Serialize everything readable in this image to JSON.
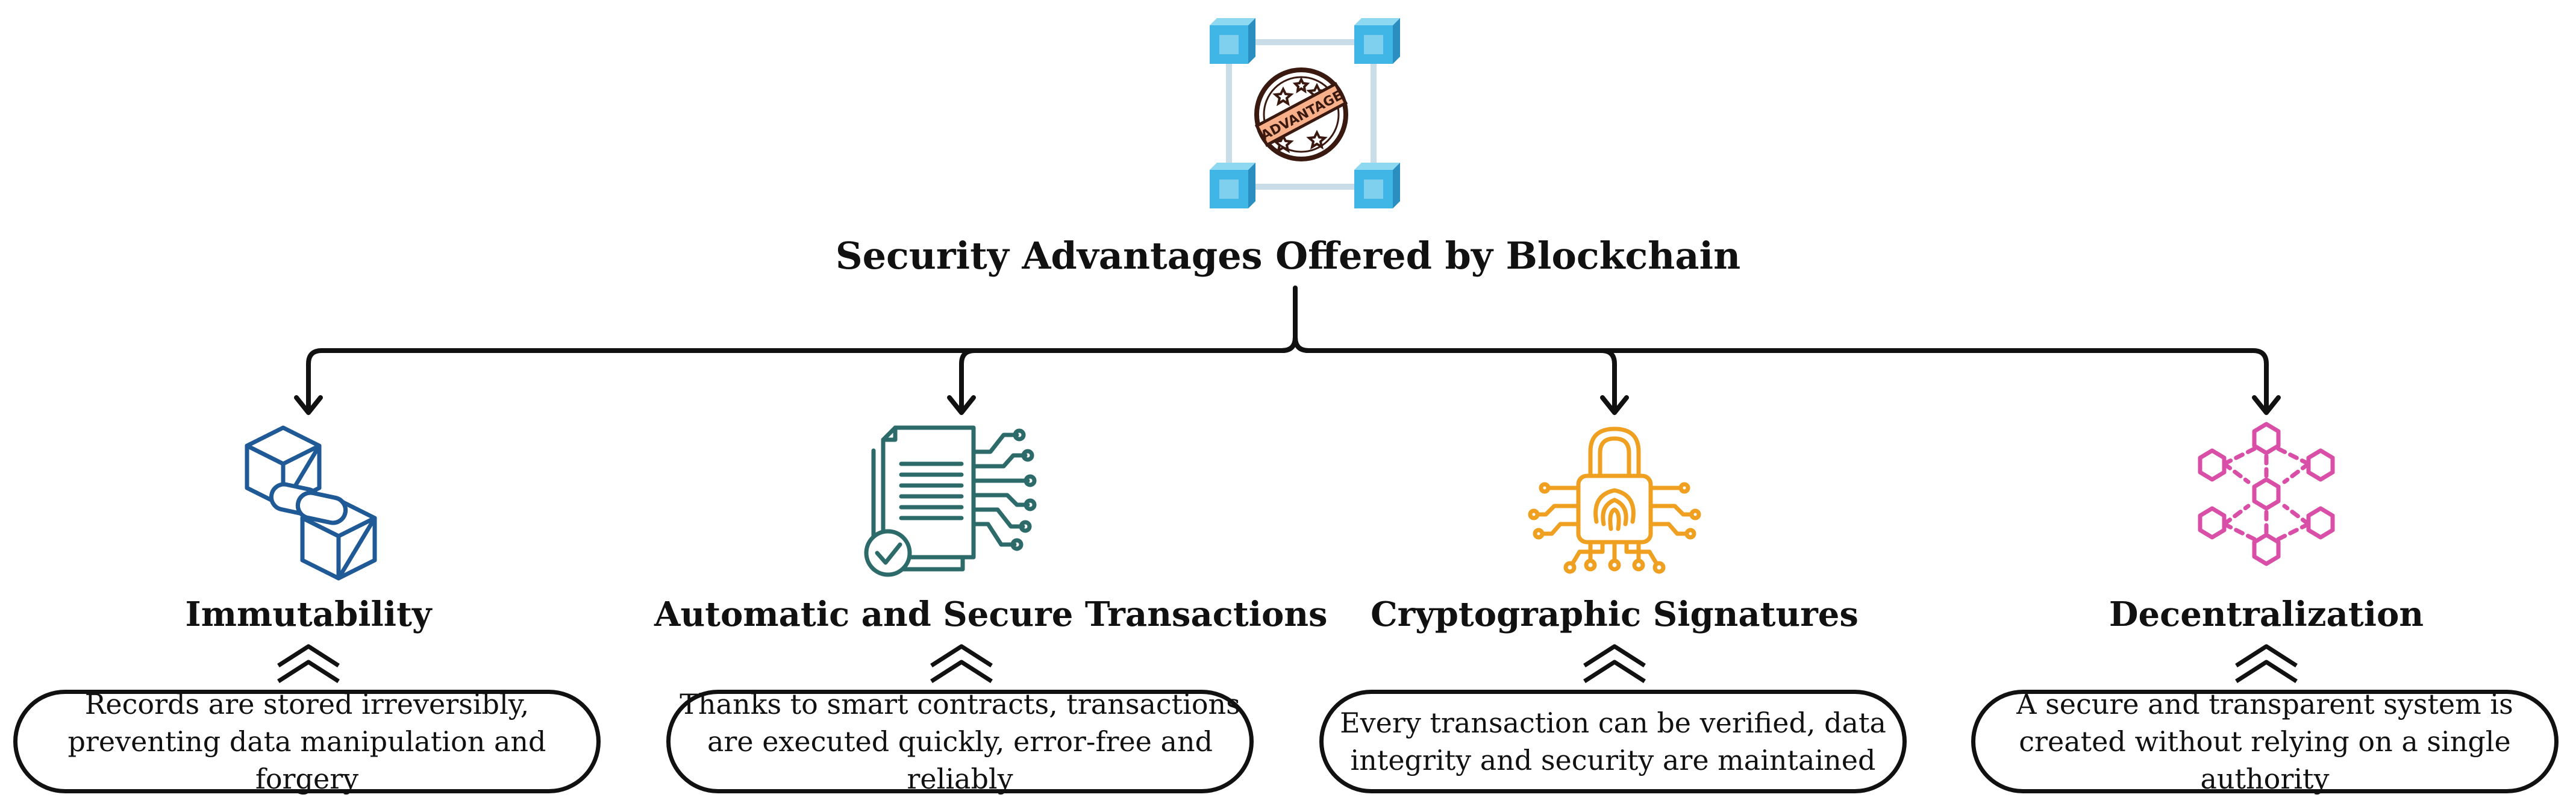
{
  "title": "Security Advantages Offered by Blockchain",
  "hero_icon": {
    "name": "advantage-blockchain-icon",
    "badge_text": "ADVANTAGE"
  },
  "colors": {
    "immutability": "#1f5a96",
    "transactions": "#2d6b6b",
    "signatures": "#f0a020",
    "decentralization": "#d94fa8",
    "cube": "#3fb6e6",
    "stroke": "#111111"
  },
  "items": [
    {
      "title": "Immutability",
      "icon": "chain-link-cubes-icon",
      "description": "Records are stored irreversibly, preventing data manipulation and forgery"
    },
    {
      "title": "Automatic and Secure Transactions",
      "icon": "smart-contract-document-icon",
      "description": "Thanks to smart contracts, transactions are executed quickly, error-free and reliably"
    },
    {
      "title": "Cryptographic Signatures",
      "icon": "fingerprint-lock-icon",
      "description": "Every transaction can be verified, data integrity and security are maintained"
    },
    {
      "title": "Decentralization",
      "icon": "hexagon-network-icon",
      "description": "A secure and transparent system is created without relying on a single authority"
    }
  ]
}
